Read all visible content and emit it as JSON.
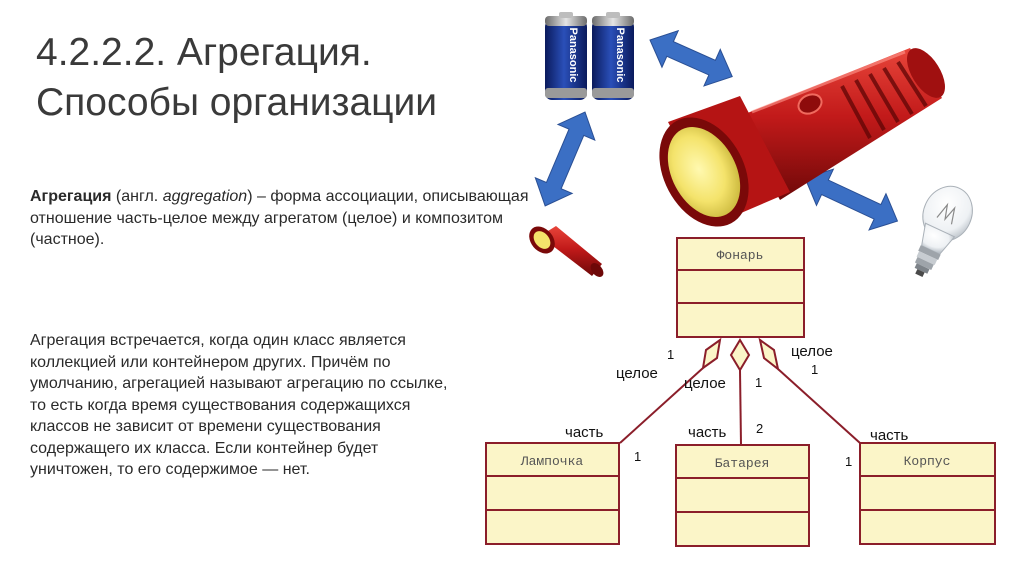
{
  "title": {
    "line1": "4.2.2.2. Агрегация.",
    "line2": "Способы организации"
  },
  "definition": {
    "term": "Агрегация",
    "open": " (англ. ",
    "term_en": "aggregation",
    "rest": ") – форма ассоциации, описывающая отношение часть-целое между агрегатом (целое) и композитом (частное)."
  },
  "paragraph2": "Агрегация встречается, когда один класс является коллекцией или контейнером других. Причём по умолчанию, агрегацией называют агрегацию по ссылке, то есть когда время существования содержащихся классов не зависит от времени существования содержащего их класса. Если контейнер будет уничтожен, то его содержимое — нет.",
  "battery_brand": "Panasonic",
  "uml": {
    "whole": "Фонарь",
    "parts": [
      {
        "name": "Лампочка",
        "whole_label": "целое",
        "whole_mult": "1",
        "part_label": "часть",
        "part_mult": "1"
      },
      {
        "name": "Батарея",
        "whole_label": "целое",
        "whole_mult": "1",
        "part_label": "часть",
        "part_mult": "2"
      },
      {
        "name": "Корпус",
        "whole_label": "целое",
        "whole_mult": "1",
        "part_label": "часть",
        "part_mult": "1"
      }
    ]
  },
  "colors": {
    "class_fill": "#fbf5c8",
    "class_border": "#8b1e2a",
    "arrow": "#3b6fc4",
    "flashlight_red": "#c21a1a"
  },
  "icons": [
    "batteries-image",
    "flashlight-large-image",
    "flashlight-small-image",
    "light-bulb-image",
    "double-arrow-icon"
  ]
}
